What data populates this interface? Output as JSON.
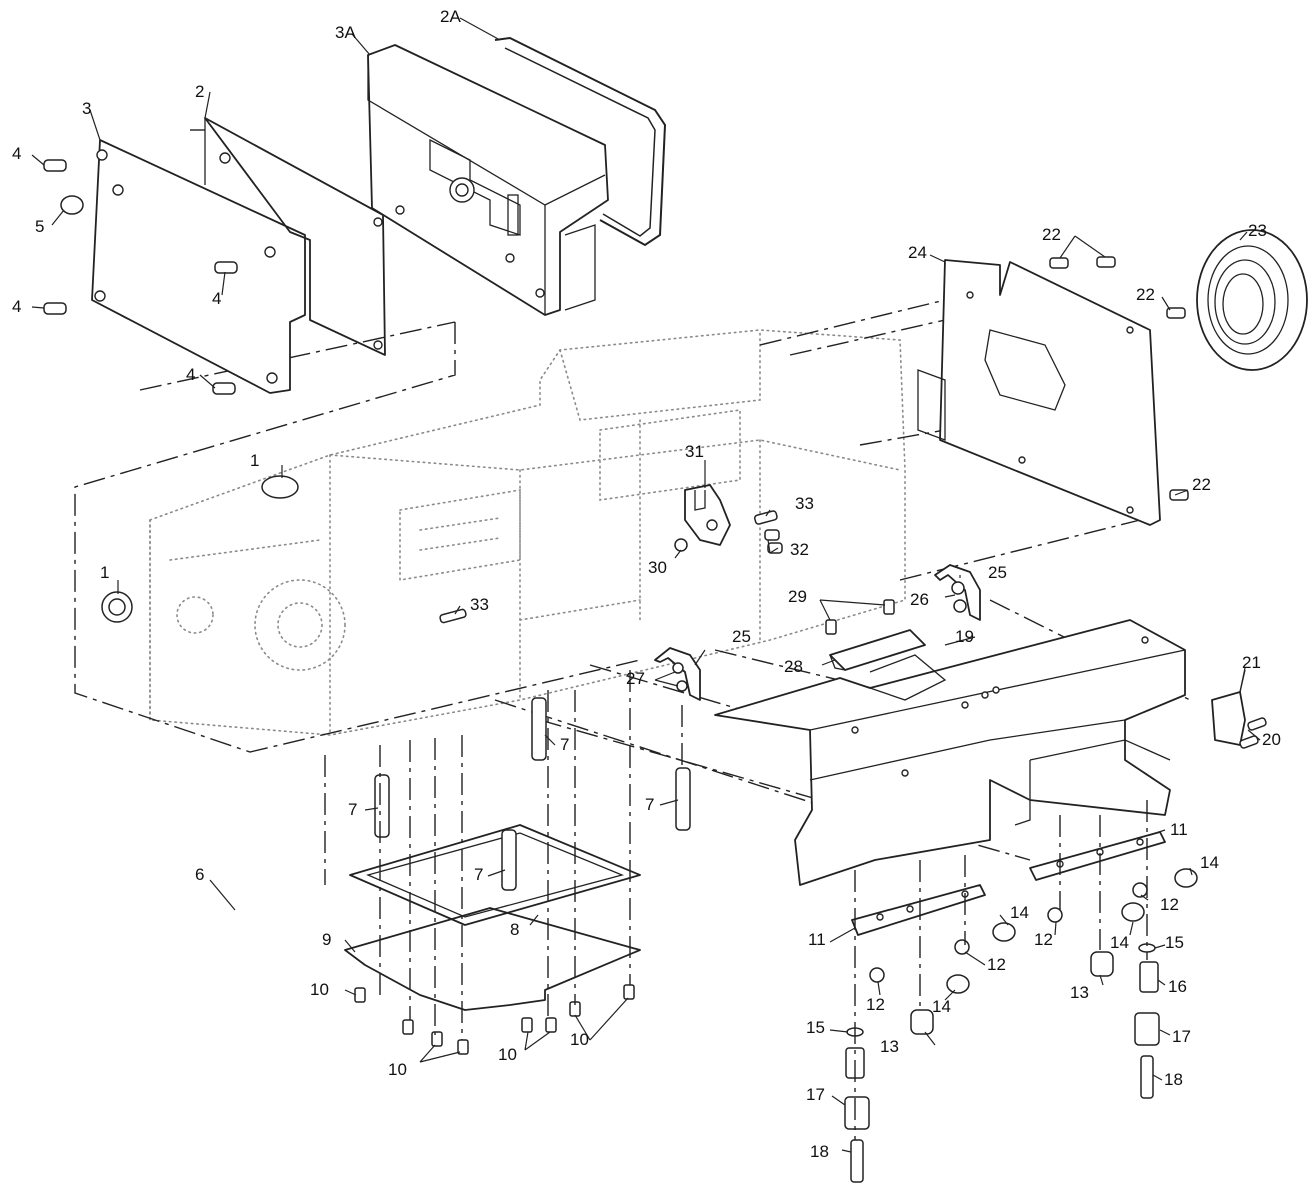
{
  "callouts": [
    {
      "id": "c1",
      "text": "1"
    },
    {
      "id": "c1b",
      "text": "1"
    },
    {
      "id": "c2",
      "text": "2"
    },
    {
      "id": "c2a",
      "text": "2A"
    },
    {
      "id": "c3",
      "text": "3"
    },
    {
      "id": "c3a",
      "text": "3A"
    },
    {
      "id": "c4a",
      "text": "4"
    },
    {
      "id": "c4b",
      "text": "4"
    },
    {
      "id": "c4c",
      "text": "4"
    },
    {
      "id": "c4d",
      "text": "4"
    },
    {
      "id": "c5",
      "text": "5"
    },
    {
      "id": "c6",
      "text": "6"
    },
    {
      "id": "c7a",
      "text": "7"
    },
    {
      "id": "c7b",
      "text": "7"
    },
    {
      "id": "c7c",
      "text": "7"
    },
    {
      "id": "c7d",
      "text": "7"
    },
    {
      "id": "c8",
      "text": "8"
    },
    {
      "id": "c9",
      "text": "9"
    },
    {
      "id": "c10a",
      "text": "10"
    },
    {
      "id": "c10b",
      "text": "10"
    },
    {
      "id": "c10c",
      "text": "10"
    },
    {
      "id": "c10d",
      "text": "10"
    },
    {
      "id": "c11a",
      "text": "11"
    },
    {
      "id": "c11b",
      "text": "11"
    },
    {
      "id": "c12a",
      "text": "12"
    },
    {
      "id": "c12b",
      "text": "12"
    },
    {
      "id": "c12c",
      "text": "12"
    },
    {
      "id": "c12d",
      "text": "12"
    },
    {
      "id": "c13a",
      "text": "13"
    },
    {
      "id": "c13b",
      "text": "13"
    },
    {
      "id": "c14a",
      "text": "14"
    },
    {
      "id": "c14b",
      "text": "14"
    },
    {
      "id": "c14c",
      "text": "14"
    },
    {
      "id": "c14d",
      "text": "14"
    },
    {
      "id": "c15a",
      "text": "15"
    },
    {
      "id": "c15b",
      "text": "15"
    },
    {
      "id": "c16",
      "text": "16"
    },
    {
      "id": "c17a",
      "text": "17"
    },
    {
      "id": "c17b",
      "text": "17"
    },
    {
      "id": "c18a",
      "text": "18"
    },
    {
      "id": "c18b",
      "text": "18"
    },
    {
      "id": "c19",
      "text": "19"
    },
    {
      "id": "c20",
      "text": "20"
    },
    {
      "id": "c21",
      "text": "21"
    },
    {
      "id": "c22a",
      "text": "22"
    },
    {
      "id": "c22b",
      "text": "22"
    },
    {
      "id": "c22c",
      "text": "22"
    },
    {
      "id": "c23",
      "text": "23"
    },
    {
      "id": "c24",
      "text": "24"
    },
    {
      "id": "c25a",
      "text": "25"
    },
    {
      "id": "c25b",
      "text": "25"
    },
    {
      "id": "c26",
      "text": "26"
    },
    {
      "id": "c27",
      "text": "27"
    },
    {
      "id": "c28",
      "text": "28"
    },
    {
      "id": "c29",
      "text": "29"
    },
    {
      "id": "c30",
      "text": "30"
    },
    {
      "id": "c31",
      "text": "31"
    },
    {
      "id": "c32",
      "text": "32"
    },
    {
      "id": "c33a",
      "text": "33"
    },
    {
      "id": "c33b",
      "text": "33"
    }
  ]
}
